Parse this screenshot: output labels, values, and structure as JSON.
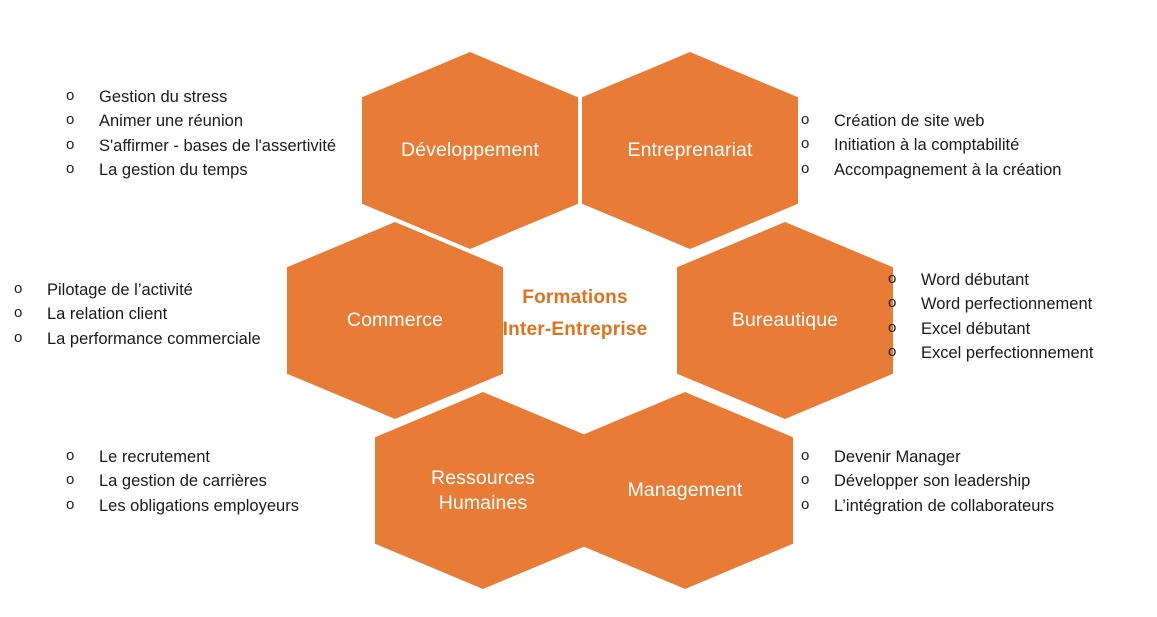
{
  "diagram": {
    "title": "Formations Inter-Entreprise",
    "center": {
      "line1": "Formations",
      "line2": "Inter-Entreprise",
      "color": "#E2711D"
    },
    "hex_color": "#E87B35",
    "hex_label_color": "#FFFFFF",
    "bullet_marker": "o",
    "hexagons": [
      {
        "id": "developpement",
        "label": "Développement"
      },
      {
        "id": "entreprenariat",
        "label": "Entreprenariat"
      },
      {
        "id": "commerce",
        "label": "Commerce"
      },
      {
        "id": "bureautique",
        "label": "Bureautique"
      },
      {
        "id": "ressources-humaines",
        "label": "Ressources\nHumaines"
      },
      {
        "id": "management",
        "label": "Management"
      }
    ],
    "callouts": [
      {
        "id": "developpement",
        "items": [
          "Gestion du stress",
          "Animer une réunion",
          "S'affirmer - bases de l'assertivité",
          "La gestion du temps"
        ]
      },
      {
        "id": "entreprenariat",
        "items": [
          "Création de site web",
          "Initiation à la comptabilité",
          "Accompagnement à la création"
        ]
      },
      {
        "id": "commerce",
        "items": [
          "Pilotage de l’activité",
          "La relation client",
          "La performance commerciale"
        ]
      },
      {
        "id": "bureautique",
        "items": [
          "Word débutant",
          "Word perfectionnement",
          "Excel débutant",
          "Excel perfectionnement"
        ]
      },
      {
        "id": "ressources-humaines",
        "items": [
          "Le recrutement",
          "La gestion de carrières",
          "Les obligations employeurs"
        ]
      },
      {
        "id": "management",
        "items": [
          "Devenir Manager",
          "Développer son leadership",
          "L’intégration de collaborateurs"
        ]
      }
    ]
  }
}
